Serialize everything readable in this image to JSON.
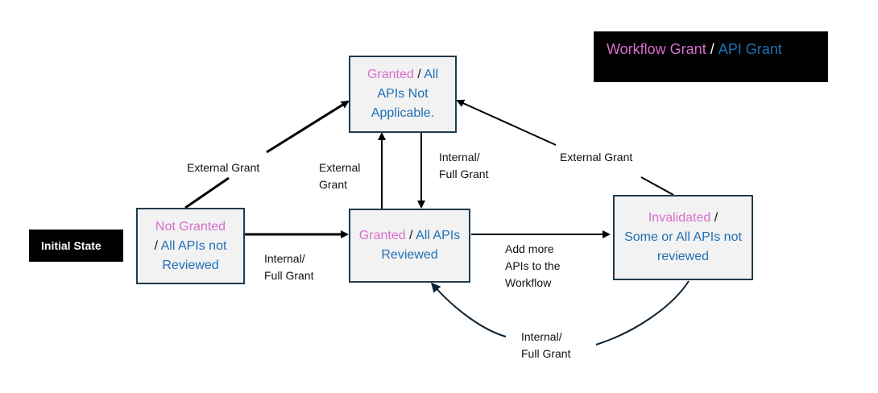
{
  "legend": {
    "workflow_grant": "Workflow Grant",
    "separator": " / ",
    "api_grant": "API Grant",
    "colors": {
      "workflow_grant": "#d86ecc",
      "api_grant": "#1f6fb5",
      "background": "#000000"
    }
  },
  "initial_state": {
    "label": "Initial State"
  },
  "states": {
    "not_granted": {
      "workflow": "Not Granted",
      "separator": "/ ",
      "api": "All APIs not Reviewed"
    },
    "granted_not_applicable": {
      "workflow": "Granted",
      "separator": " / ",
      "api": "All APIs Not Applicable."
    },
    "granted_reviewed": {
      "workflow": "Granted",
      "separator": " / ",
      "api": "All APIs Reviewed"
    },
    "invalidated": {
      "workflow": "Invalidated",
      "separator": " /",
      "api": "Some or All APIs not reviewed"
    }
  },
  "transitions": {
    "not_granted_to_not_applicable": {
      "line1": "External Grant"
    },
    "not_granted_to_reviewed": {
      "line1": "Internal/",
      "line2": "Full Grant"
    },
    "reviewed_to_not_applicable": {
      "line1": "External",
      "line2": "Grant"
    },
    "not_applicable_to_reviewed": {
      "line1": "Internal/",
      "line2": "Full Grant"
    },
    "reviewed_to_invalidated": {
      "line1": "Add more",
      "line2": "APIs to the",
      "line3": "Workflow"
    },
    "invalidated_to_not_applicable": {
      "line1": "External Grant"
    },
    "invalidated_to_reviewed": {
      "line1": "Internal/",
      "line2": "Full Grant"
    }
  },
  "colors": {
    "box_border": "#1f3b4d",
    "box_fill": "#f2f2f2",
    "arrow": "#000000",
    "curve_arrow": "#0d2233"
  }
}
